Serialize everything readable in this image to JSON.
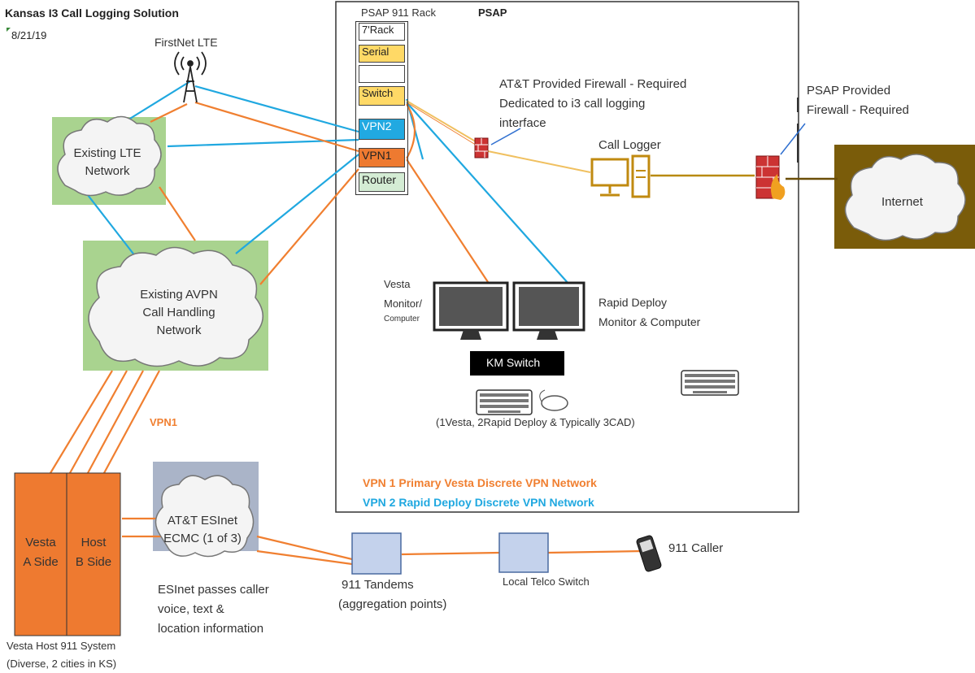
{
  "header": {
    "title": "Kansas I3 Call Logging Solution",
    "date": "8/21/19"
  },
  "psap": {
    "rack_title": "PSAP 911 Rack",
    "title": "PSAP",
    "rack": [
      "7'Rack",
      "Serial",
      "",
      "Switch",
      "VPN2",
      "VPN1",
      "Router"
    ]
  },
  "firstnet": "FirstNet LTE",
  "lte_cloud": [
    "Existing LTE",
    "Network"
  ],
  "avpn_cloud": [
    "Existing AVPN",
    "Call Handling",
    "Network"
  ],
  "vpn1_label": "VPN1",
  "att_firewall": [
    "AT&T Provided Firewall - Required",
    "Dedicated to i3 call logging",
    "interface"
  ],
  "psap_firewall": [
    "PSAP Provided",
    "Firewall - Required"
  ],
  "call_logger": "Call Logger",
  "internet": "Internet",
  "vesta_monitor": [
    "Vesta",
    "Monitor/",
    "Computer"
  ],
  "rapid_deploy": [
    "Rapid Deploy",
    "Monitor & Computer"
  ],
  "km_switch": "KM Switch",
  "km_note": "(1Vesta, 2Rapid Deploy & Typically 3CAD)",
  "legend": {
    "vpn1": "VPN 1 Primary Vesta Discrete VPN Network",
    "vpn2": "VPN 2 Rapid Deploy Discrete VPN Network"
  },
  "host": {
    "a": [
      "Vesta",
      "A Side"
    ],
    "b": [
      "Host",
      "B Side"
    ],
    "caption": [
      "Vesta Host 911 System",
      "(Diverse, 2 cities in KS)"
    ]
  },
  "esinet_cloud": [
    "AT&T ESInet",
    "ECMC (1 of 3)"
  ],
  "esinet_note": [
    "ESInet passes caller",
    "voice,  text &",
    "location information"
  ],
  "tandems": [
    "911 Tandems",
    "(aggregation points)"
  ],
  "telco": "Local Telco Switch",
  "caller": "911 Caller",
  "colors": {
    "orange": "#f07f30",
    "blue": "#20a8e0",
    "green_bg": "#a9d38f",
    "gold": "#c08a10",
    "host_orange": "#ee7a30",
    "internet_bg": "#7a5c0a"
  }
}
